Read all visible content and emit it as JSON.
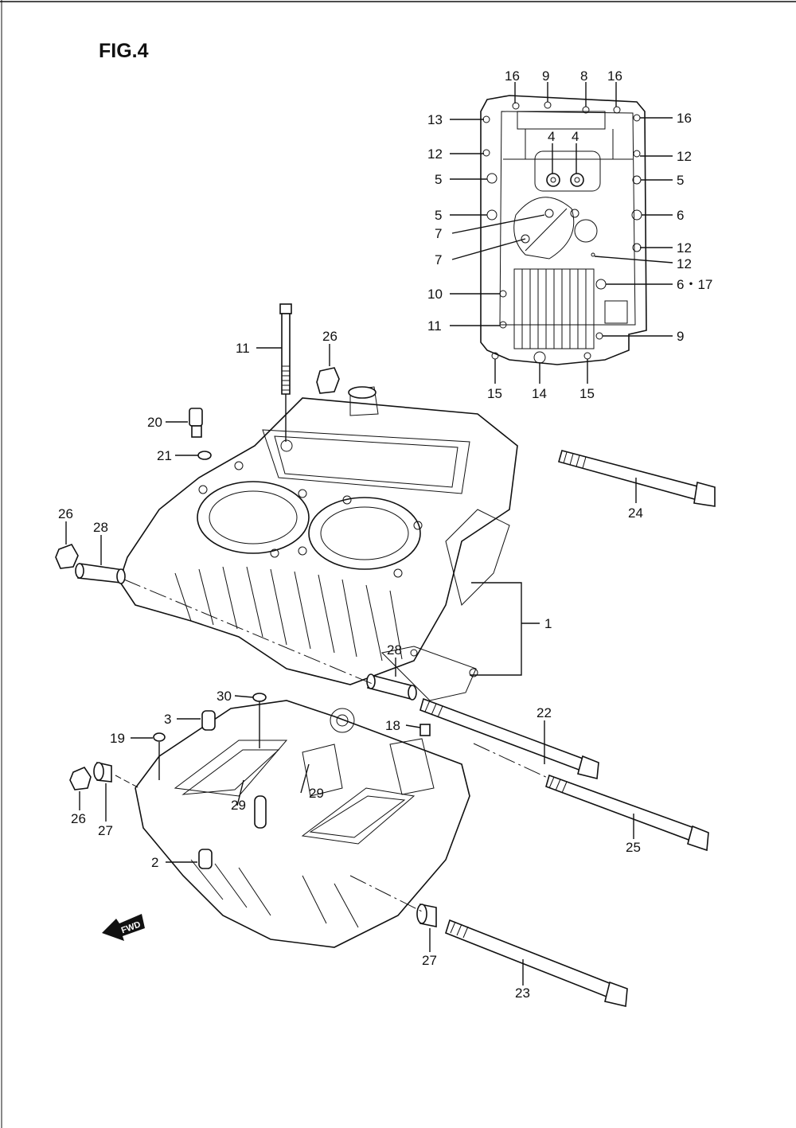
{
  "figure": {
    "title": "FIG.4",
    "fwd_mark": "FWD"
  },
  "callouts": [
    {
      "id": "c16a",
      "text": "16"
    },
    {
      "id": "c9a",
      "text": "9"
    },
    {
      "id": "c8",
      "text": "8"
    },
    {
      "id": "c16b",
      "text": "16"
    },
    {
      "id": "c13",
      "text": "13"
    },
    {
      "id": "c16c",
      "text": "16"
    },
    {
      "id": "c4a",
      "text": "4"
    },
    {
      "id": "c4b",
      "text": "4"
    },
    {
      "id": "c12a",
      "text": "12"
    },
    {
      "id": "c12b",
      "text": "12"
    },
    {
      "id": "c5a",
      "text": "5"
    },
    {
      "id": "c5b",
      "text": "5"
    },
    {
      "id": "c5c",
      "text": "5"
    },
    {
      "id": "c6",
      "text": "6"
    },
    {
      "id": "c7a",
      "text": "7"
    },
    {
      "id": "c12c",
      "text": "12"
    },
    {
      "id": "c7b",
      "text": "7"
    },
    {
      "id": "c12d",
      "text": "12"
    },
    {
      "id": "c10",
      "text": "10"
    },
    {
      "id": "c617",
      "text": "6・17"
    },
    {
      "id": "c11a",
      "text": "11"
    },
    {
      "id": "c9b",
      "text": "9"
    },
    {
      "id": "c15a",
      "text": "15"
    },
    {
      "id": "c14",
      "text": "14"
    },
    {
      "id": "c15b",
      "text": "15"
    },
    {
      "id": "c11b",
      "text": "11"
    },
    {
      "id": "c26a",
      "text": "26"
    },
    {
      "id": "c20",
      "text": "20"
    },
    {
      "id": "c21",
      "text": "21"
    },
    {
      "id": "c24",
      "text": "24"
    },
    {
      "id": "c26b",
      "text": "26"
    },
    {
      "id": "c28a",
      "text": "28"
    },
    {
      "id": "c1",
      "text": "1"
    },
    {
      "id": "c28b",
      "text": "28"
    },
    {
      "id": "c30",
      "text": "30"
    },
    {
      "id": "c3",
      "text": "3"
    },
    {
      "id": "c22",
      "text": "22"
    },
    {
      "id": "c18",
      "text": "18"
    },
    {
      "id": "c19",
      "text": "19"
    },
    {
      "id": "c29a",
      "text": "29"
    },
    {
      "id": "c29b",
      "text": "29"
    },
    {
      "id": "c26c",
      "text": "26"
    },
    {
      "id": "c27a",
      "text": "27"
    },
    {
      "id": "c25",
      "text": "25"
    },
    {
      "id": "c2",
      "text": "2"
    },
    {
      "id": "c27b",
      "text": "27"
    },
    {
      "id": "c23",
      "text": "23"
    }
  ]
}
